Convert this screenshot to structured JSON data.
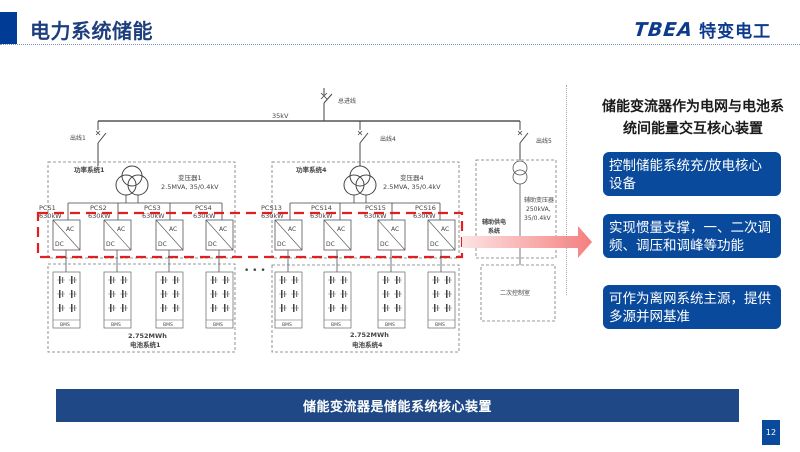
{
  "header": {
    "title": "电力系统储能",
    "logo_en": "TBEA",
    "logo_cn": "特变电工"
  },
  "diagram": {
    "main_feeder": "总进线",
    "bus_voltage": "35kV",
    "outlets": [
      "出线1",
      "出线4",
      "出线5"
    ],
    "power_systems": [
      {
        "name": "功率系统1",
        "transformer": {
          "name": "变压器1",
          "spec": "2.5MVA, 35/0.4kV"
        },
        "pcs": [
          {
            "name": "PCS1",
            "power": "630kW"
          },
          {
            "name": "PCS2",
            "power": "630kW"
          },
          {
            "name": "PCS3",
            "power": "630kW"
          },
          {
            "name": "PCS4",
            "power": "630kW"
          }
        ],
        "battery": {
          "capacity": "2.752MWh",
          "name": "电池系统1"
        }
      },
      {
        "name": "功率系统4",
        "transformer": {
          "name": "变压器4",
          "spec": "2.5MVA, 35/0.4kV"
        },
        "pcs": [
          {
            "name": "PCS13",
            "power": "630kW"
          },
          {
            "name": "PCS14",
            "power": "630kW"
          },
          {
            "name": "PCS15",
            "power": "630kW"
          },
          {
            "name": "PCS16",
            "power": "630kW"
          }
        ],
        "battery": {
          "capacity": "2.752MWh",
          "name": "电池系统4"
        }
      }
    ],
    "converter_ac": "AC",
    "converter_dc": "DC",
    "bms_label": "BMS",
    "ellipsis": "• • •",
    "aux_system": {
      "name_line1": "辅助供电",
      "name_line2": "系统",
      "transformer_name": "辅助变压器",
      "transformer_spec1": "250kVA,",
      "transformer_spec2": "35/0.4kV"
    },
    "control_room": "二次控制室"
  },
  "right_panel": {
    "heading_line1": "储能变流器作为电网与电池系",
    "heading_line2": "统间能量交互核心装置",
    "points": [
      "控制储能系统充/放电核心设备",
      "实现惯量支撑，一、二次调频、调压和调峰等功能",
      "可作为离网系统主源，提供多源并网基准"
    ]
  },
  "banner": "储能变流器是储能系统核心装置",
  "page_number": "12",
  "colors": {
    "brand_blue": "#0a4a9c",
    "banner_blue": "#1f4886",
    "highlight_red": "#e02020"
  }
}
